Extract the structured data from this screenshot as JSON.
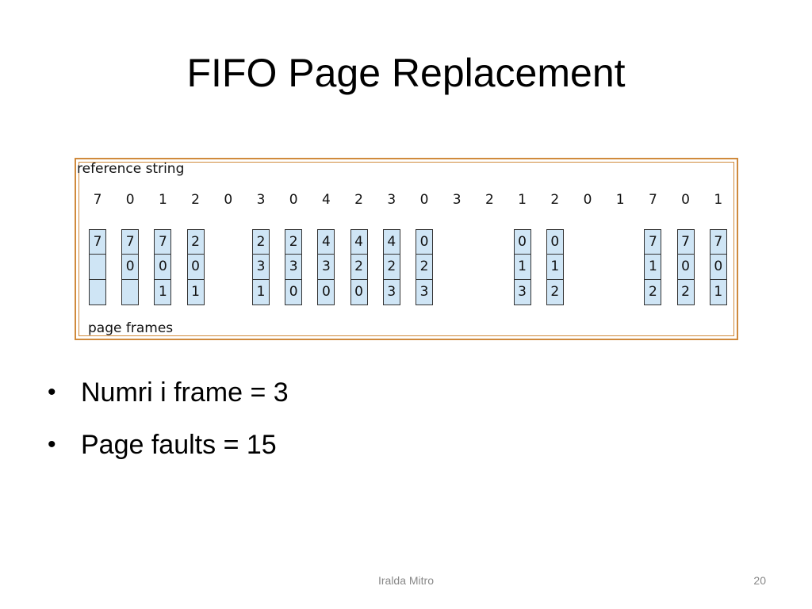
{
  "title": "FIFO Page Replacement",
  "diagram": {
    "reference_label": "reference string",
    "frames_label": "page frames",
    "reference_string": [
      "7",
      "0",
      "1",
      "2",
      "0",
      "3",
      "0",
      "4",
      "2",
      "3",
      "0",
      "3",
      "2",
      "1",
      "2",
      "0",
      "1",
      "7",
      "0",
      "1"
    ],
    "frames": [
      {
        "ref_index": 0,
        "values": [
          "7",
          "",
          ""
        ]
      },
      {
        "ref_index": 1,
        "values": [
          "7",
          "0",
          ""
        ]
      },
      {
        "ref_index": 2,
        "values": [
          "7",
          "0",
          "1"
        ]
      },
      {
        "ref_index": 3,
        "values": [
          "2",
          "0",
          "1"
        ]
      },
      {
        "ref_index": 5,
        "values": [
          "2",
          "3",
          "1"
        ]
      },
      {
        "ref_index": 6,
        "values": [
          "2",
          "3",
          "0"
        ]
      },
      {
        "ref_index": 7,
        "values": [
          "4",
          "3",
          "0"
        ]
      },
      {
        "ref_index": 8,
        "values": [
          "4",
          "2",
          "0"
        ]
      },
      {
        "ref_index": 9,
        "values": [
          "4",
          "2",
          "3"
        ]
      },
      {
        "ref_index": 10,
        "values": [
          "0",
          "2",
          "3"
        ]
      },
      {
        "ref_index": 13,
        "values": [
          "0",
          "1",
          "3"
        ]
      },
      {
        "ref_index": 14,
        "values": [
          "0",
          "1",
          "2"
        ]
      },
      {
        "ref_index": 17,
        "values": [
          "7",
          "1",
          "2"
        ]
      },
      {
        "ref_index": 18,
        "values": [
          "7",
          "0",
          "2"
        ]
      },
      {
        "ref_index": 19,
        "values": [
          "7",
          "0",
          "1"
        ]
      }
    ],
    "colors": {
      "frame_fill": "#cfe5f5",
      "border": "#d08a3c"
    }
  },
  "bullets": [
    {
      "text": "Numri i frame = 3"
    },
    {
      "text": "Page faults = 15"
    }
  ],
  "footer": {
    "author": "Iralda Mitro",
    "page": "20"
  }
}
